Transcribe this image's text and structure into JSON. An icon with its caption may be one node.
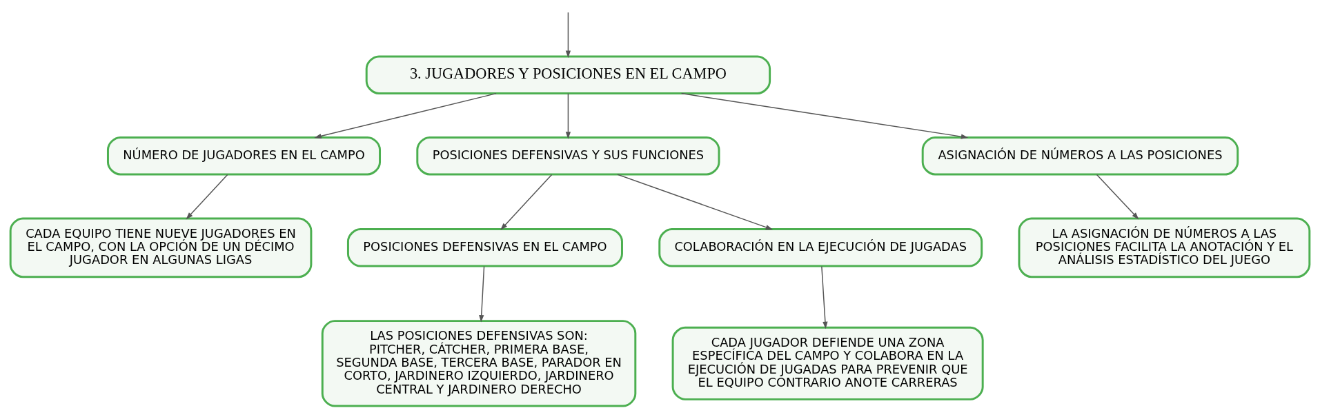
{
  "diagram": {
    "nodes": [
      {
        "text": [
          "3. JUGADORES Y POSICIONES EN EL CAMPO"
        ]
      },
      {
        "text": [
          "NÚMERO DE JUGADORES EN EL CAMPO"
        ]
      },
      {
        "text": [
          "CADA EQUIPO TIENE NUEVE JUGADORES EN EL CAMPO, CON LA OPCIÓN DE UN DÉCIMO JUGADOR EN ALGUNAS LIGAS"
        ]
      },
      {
        "text": [
          "POSICIONES DEFENSIVAS Y SUS FUNCIONES"
        ]
      },
      {
        "text": [
          "POSICIONES DEFENSIVAS EN EL CAMPO"
        ]
      },
      {
        "text": [
          "LAS POSICIONES DEFENSIVAS SON: PITCHER, CÁTCHER, PRIMERA BASE, SEGUNDA BASE, TERCERA BASE, PARADOR EN CORTO, JARDINERO IZQUIERDO, JARDINERO CENTRAL Y JARDINERO DERECHO"
        ]
      },
      {
        "text": [
          "COLABORACIÓN EN LA EJECUCIÓN DE JUGADAS"
        ]
      },
      {
        "text": [
          "CADA JUGADOR DEFIENDE UNA ZONA ESPECÍFICA DEL CAMPO Y COLABORA EN LA EJECUCIÓN DE JUGADAS PARA PREVENIR QUE EL EQUIPO CONTRARIO ANOTE CARRERAS"
        ]
      },
      {
        "text": [
          "ASIGNACIÓN DE NÚMEROS A LAS POSICIONES"
        ]
      },
      {
        "text": [
          "LA ASIGNACIÓN DE NÚMEROS A LAS POSICIONES FACILITA LA ANOTACIÓN Y EL ANÁLISIS ESTADÍSTICO DEL JUEGO"
        ]
      }
    ],
    "edges": [
      {
        "from": null,
        "to": 0,
        "arrow": "to"
      },
      {
        "from": 0,
        "to": 1,
        "arrow": "to"
      },
      {
        "from": 1,
        "to": 2,
        "arrow": "to"
      },
      {
        "from": 0,
        "to": 3,
        "arrow": "to"
      },
      {
        "from": 3,
        "to": 4,
        "arrow": "to"
      },
      {
        "from": 4,
        "to": 5,
        "arrow": "to"
      },
      {
        "from": 3,
        "to": 6,
        "arrow": "to"
      },
      {
        "from": 6,
        "to": 7,
        "arrow": "to"
      },
      {
        "from": 0,
        "to": 8,
        "arrow": "to"
      },
      {
        "from": 8,
        "to": 9,
        "arrow": "to"
      }
    ]
  }
}
